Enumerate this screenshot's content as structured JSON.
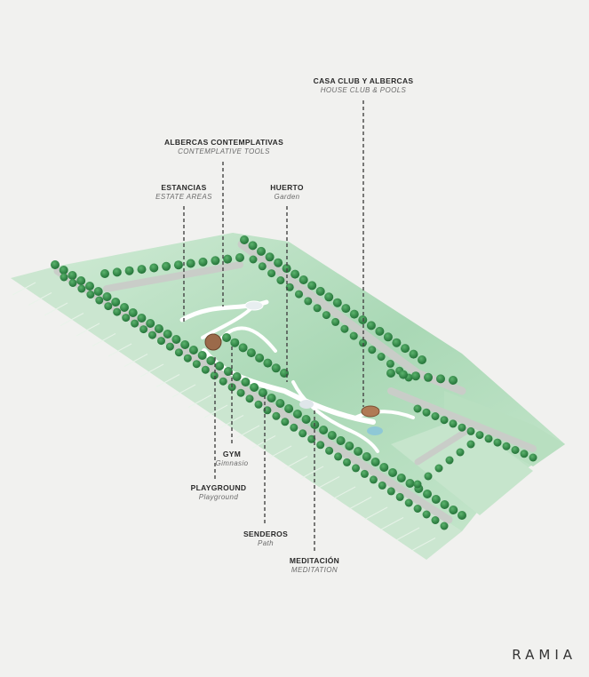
{
  "labels": {
    "casa_club": {
      "es": "CASA CLUB Y ALBERCAS",
      "en": "HOUSE CLUB & POOLS"
    },
    "albercas": {
      "es": "ALBERCAS CONTEMPLATIVAS",
      "en": "CONTEMPLATIVE TOOLS"
    },
    "estancias": {
      "es": "ESTANCIAS",
      "en": "ESTATE AREAS"
    },
    "huerto": {
      "es": "HUERTO",
      "en": "Garden"
    },
    "gym": {
      "es": "GYM",
      "en": "Gimnasio"
    },
    "playground": {
      "es": "PLAYGROUND",
      "en": "Playground"
    },
    "senderos": {
      "es": "SENDEROS",
      "en": "Path"
    },
    "meditacion": {
      "es": "MEDITACIÓN",
      "en": "MEDITATION"
    }
  },
  "brand": "RAMIA",
  "colors": {
    "background": "#f1f1ef",
    "lot_light": "#d6ecd9",
    "lot_mid": "#b9dfc1",
    "lot_dark": "#8fcb9f",
    "road": "#c9cdc8",
    "tree": "#2e8a45",
    "path": "#ffffff",
    "leader": "#444444"
  }
}
